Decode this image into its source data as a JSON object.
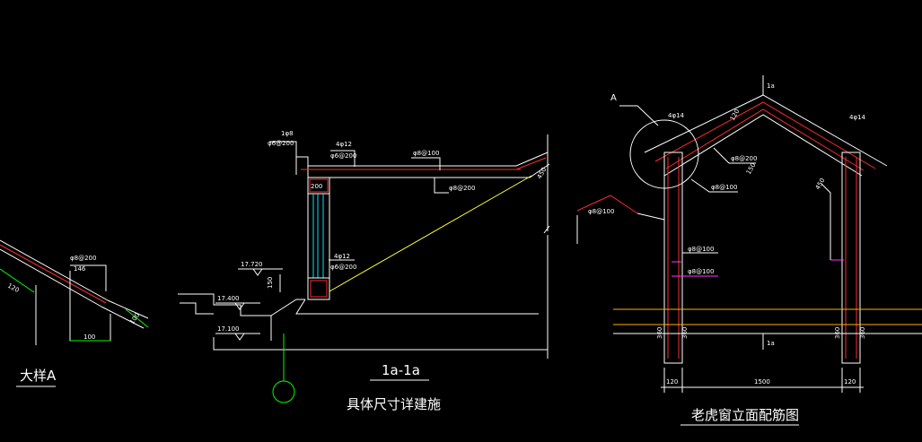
{
  "detail_a": {
    "title": "大样A",
    "rebar": "φ8@200",
    "dim_146": "146",
    "dim_120": "120",
    "dim_100": "100",
    "dim_100b": "100"
  },
  "section": {
    "title": "1a-1a",
    "subtitle": "具体尺寸详建施",
    "top_note_1": "1φ8",
    "top_note_2": "φ6@200",
    "beam_note_1": "4φ12",
    "beam_note_2": "φ6@200",
    "slab_note_1": "φ8@100",
    "slab_note_2": "φ8@200",
    "beam_size": "200",
    "slope_dim": "450",
    "lower_note_1": "4φ12",
    "lower_note_2": "φ6@200",
    "elev_1": "17.720",
    "elev_2": "17.400",
    "elev_3": "17.100",
    "dim_150": "150"
  },
  "elevation": {
    "title": "老虎窗立面配筋图",
    "callout": "A",
    "section_mark_top": "1a",
    "section_mark_bottom": "1a",
    "rebar_left_top": "4φ14",
    "rebar_right_top": "4φ14",
    "ridge_dim": "120",
    "rebar_mid_1": "φ8@200",
    "rebar_mid_2": "φ8@100",
    "rebar_side": "φ8@100",
    "rebar_wall_1": "φ8@100",
    "rebar_wall_2": "φ8@100",
    "dim_450": "450",
    "dim_150": "150",
    "dim_360_1": "360",
    "dim_360_2": "360",
    "dim_360_3": "360",
    "dim_360_4": "360",
    "dim_120_left": "120",
    "dim_1500": "1500",
    "dim_120_right": "120"
  }
}
